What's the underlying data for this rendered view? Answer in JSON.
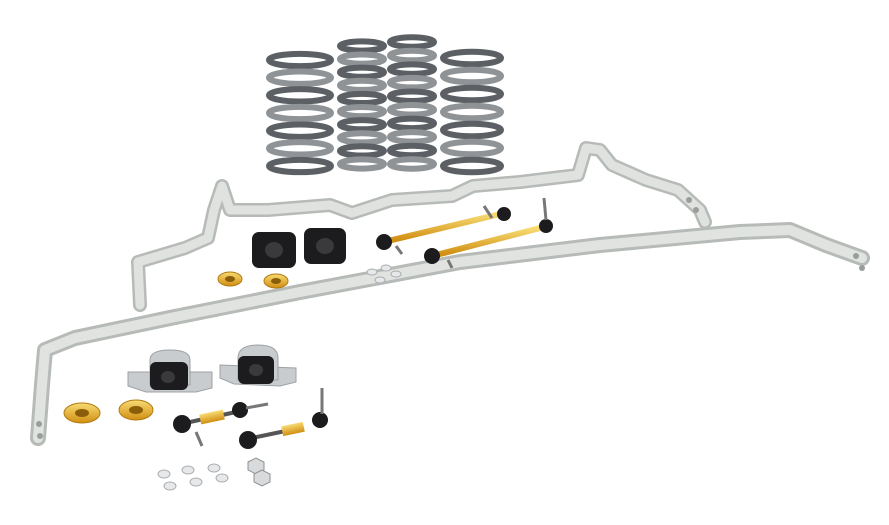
{
  "colors": {
    "background": "#ffffff",
    "bar": "#d9dcd9",
    "bar_shade": "#b9bdb9",
    "spring": "#8f9396",
    "spring_dark": "#5c6064",
    "bush": "#1c1c1e",
    "bracket": "#c9ccce",
    "gold": "#e8a21d",
    "gold_light": "#f5d060",
    "washer": "#e6e8ea"
  },
  "product": {
    "springs": 4,
    "sway_bars": 2,
    "bushings": 4,
    "link_kits": 4,
    "lock_collars": 4
  }
}
